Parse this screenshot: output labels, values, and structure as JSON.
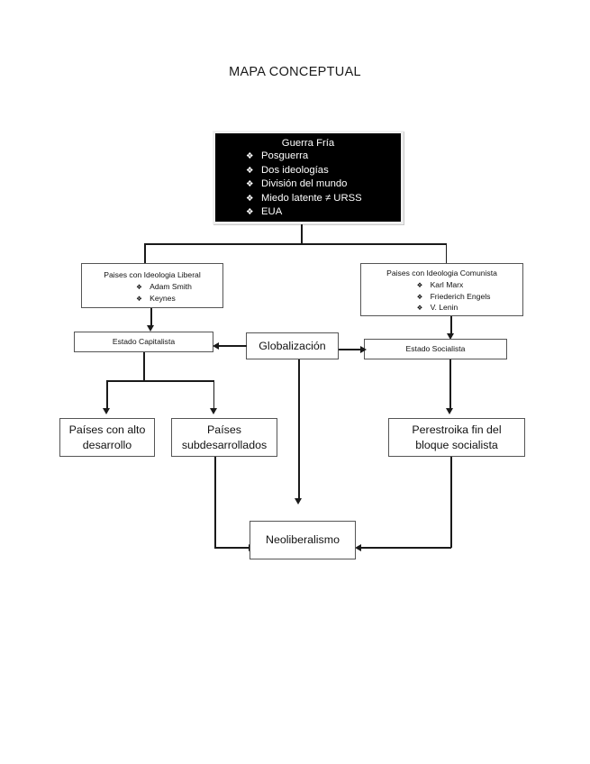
{
  "page": {
    "title": "MAPA CONCEPTUAL"
  },
  "diagram": {
    "type": "concept-map",
    "bullet_glyph": "❖",
    "accent_color": "#000000",
    "line_color": "#1a1a1a",
    "nodes": {
      "guerra_fria": {
        "title": "Guerra Fría",
        "items": [
          "Posguerra",
          "Dos ideologías",
          "División del mundo",
          "Miedo latente ≠ URSS",
          "EUA"
        ]
      },
      "ideologia_liberal": {
        "title": "Paises con Ideologia Liberal",
        "items": [
          "Adam Smith",
          "Keynes"
        ]
      },
      "ideologia_comunista": {
        "title": "Paises con Ideologia Comunista",
        "items": [
          "Karl Marx",
          "Friederich Engels",
          "V. Lenin"
        ]
      },
      "estado_capitalista": {
        "label": "Estado Capitalista"
      },
      "globalizacion": {
        "label": "Globalización"
      },
      "estado_socialista": {
        "label": "Estado Socialista"
      },
      "paises_alto_desarrollo": {
        "line1": "Países con alto",
        "line2": "desarrollo"
      },
      "paises_subdesarrollados": {
        "line1": "Países",
        "line2": "subdesarrollados"
      },
      "perestroika": {
        "line1": "Perestroika fin del",
        "line2": "bloque socialista"
      },
      "neoliberalismo": {
        "label": "Neoliberalismo"
      }
    },
    "edges": [
      {
        "from": "guerra_fria",
        "to": "ideologia_liberal",
        "arrow": false
      },
      {
        "from": "guerra_fria",
        "to": "ideologia_comunista",
        "arrow": false
      },
      {
        "from": "ideologia_liberal",
        "to": "estado_capitalista",
        "arrow": true
      },
      {
        "from": "ideologia_comunista",
        "to": "estado_socialista",
        "arrow": true
      },
      {
        "from": "globalizacion",
        "to": "estado_capitalista",
        "arrow": true
      },
      {
        "from": "globalizacion",
        "to": "estado_socialista",
        "arrow": true
      },
      {
        "from": "globalizacion",
        "to": "neoliberalismo",
        "arrow": true
      },
      {
        "from": "estado_capitalista",
        "to": "paises_alto_desarrollo",
        "arrow": true
      },
      {
        "from": "estado_capitalista",
        "to": "paises_subdesarrollados",
        "arrow": true
      },
      {
        "from": "estado_socialista",
        "to": "perestroika",
        "arrow": true
      },
      {
        "from": "paises_subdesarrollados",
        "to": "neoliberalismo",
        "arrow": true
      },
      {
        "from": "perestroika",
        "to": "neoliberalismo",
        "arrow": true
      }
    ]
  }
}
